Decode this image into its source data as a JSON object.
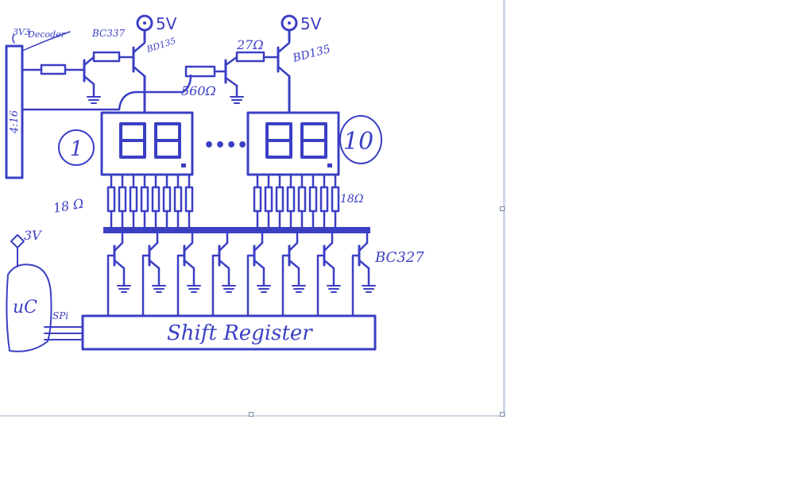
{
  "labels": {
    "supply_top_left": "5V",
    "supply_top_right": "5V",
    "supply_left_3v3": "3V3",
    "decoder_label": "Decoder",
    "bc337_top": "BC337",
    "bd135_left": "BD135",
    "r_560": "560Ω",
    "r_27": "27Ω",
    "bd135_right": "BD135",
    "decoder_outputs": "4:16",
    "digit_1": "1",
    "digit_10": "10",
    "dots": "••••",
    "r_18_left": "18 Ω",
    "r_18_right": "18Ω",
    "supply_3v": "3V",
    "bc327": "BC327",
    "uc": "uC",
    "spi": "SPi",
    "shift_register": "Shift Register"
  },
  "colors": {
    "ink": "#3b3fc4",
    "canvas": "#ffffff",
    "frame": "#cfd8e6"
  }
}
